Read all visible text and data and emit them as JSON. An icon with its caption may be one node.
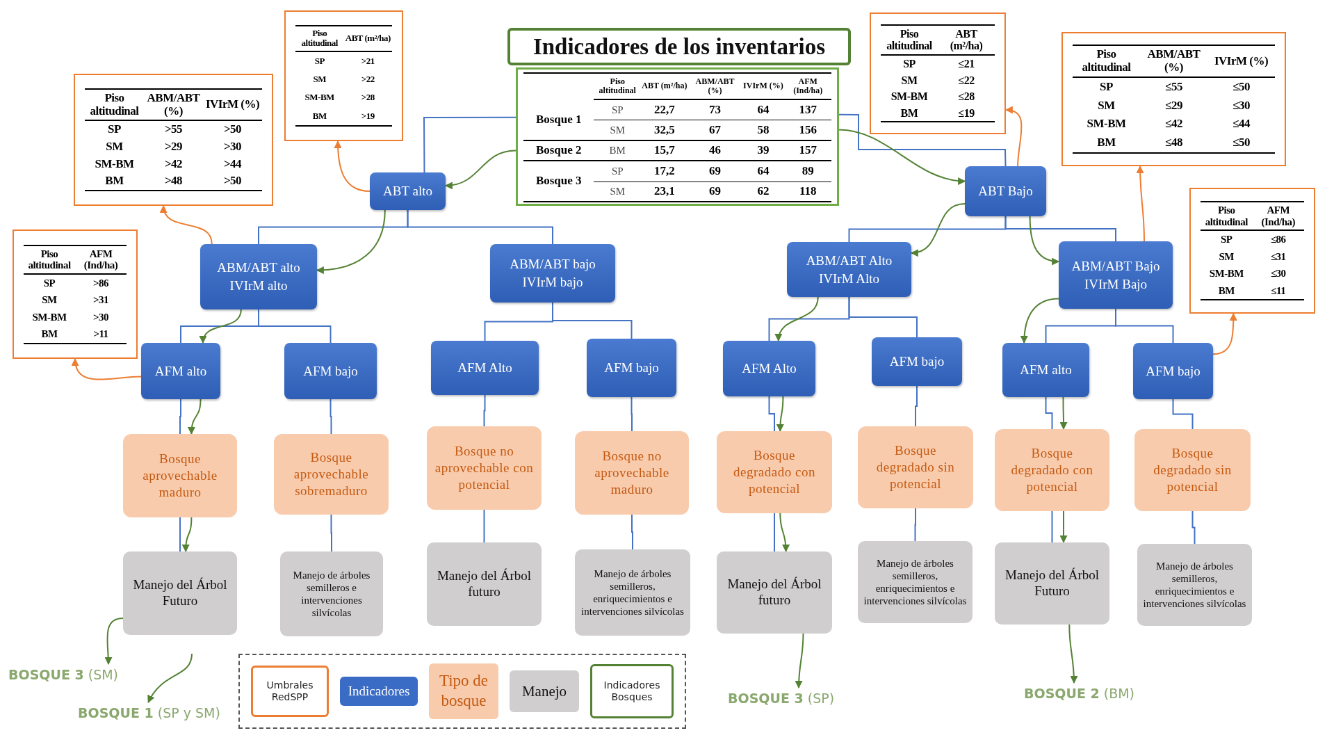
{
  "diagram": {
    "title": "Indicadores de los inventarios",
    "nodes": [
      {
        "text": [
          "Piso altitudinal",
          "ABT (m²/ha)",
          "ABM/ABT (%)",
          "IVIrM (%)",
          "AFM (Ind/ha)",
          "Bosque 1",
          "SP",
          "22,7",
          "73",
          "64",
          "137",
          "SM",
          "32,5",
          "67",
          "58",
          "156",
          "Bosque 2",
          "BM",
          "15,7",
          "46",
          "39",
          "157",
          "Bosque 3",
          "SP",
          "17,2",
          "69",
          "64",
          "89",
          "SM",
          "23,1",
          "69",
          "62",
          "118"
        ]
      },
      {
        "text": [
          "Piso altitudinal",
          "ABT (m²/ha)",
          "SP",
          ">21",
          "SM",
          ">22",
          "SM-BM",
          ">28",
          "BM",
          ">19"
        ]
      },
      {
        "text": [
          "Piso altitudinal",
          "ABM/ABT (%)",
          "IVIrM (%)",
          "SP",
          ">55",
          ">50",
          "SM",
          ">29",
          ">30",
          "SM-BM",
          ">42",
          ">44",
          "BM",
          ">48",
          ">50"
        ]
      },
      {
        "text": [
          "Piso altitudinal",
          "AFM (Ind/ha)",
          "SP",
          ">86",
          "SM",
          ">31",
          "SM-BM",
          ">30",
          "BM",
          ">11"
        ]
      },
      {
        "text": [
          "Piso altitudinal",
          "ABT (m²/ha)",
          "SP",
          "≤21",
          "SM",
          "≤22",
          "SM-BM",
          "≤28",
          "BM",
          "≤19"
        ]
      },
      {
        "text": [
          "Piso altitudinal",
          "ABM/ABT (%)",
          "IVIrM (%)",
          "SP",
          "≤55",
          "≤50",
          "SM",
          "≤29",
          "≤30",
          "SM-BM",
          "≤42",
          "≤44",
          "BM",
          "≤48",
          "≤50"
        ]
      },
      {
        "text": [
          "Piso altitudinal",
          "AFM (Ind/ha)",
          "SP",
          "≤86",
          "SM",
          "≤31",
          "SM-BM",
          "≤30",
          "BM",
          "≤11"
        ]
      },
      {
        "text": [
          "ABT alto"
        ]
      },
      {
        "text": [
          "ABT Bajo"
        ]
      },
      {
        "text": [
          "ABM/ABT alto IVIrM alto"
        ]
      },
      {
        "text": [
          "ABM/ABT bajo IVIrM bajo"
        ]
      },
      {
        "text": [
          "ABM/ABT Alto IVIrM Alto"
        ]
      },
      {
        "text": [
          "ABM/ABT Bajo IVIrM Bajo"
        ]
      },
      {
        "text": [
          "AFM alto"
        ]
      },
      {
        "text": [
          "AFM bajo"
        ]
      },
      {
        "text": [
          "AFM Alto"
        ]
      },
      {
        "text": [
          "AFM bajo"
        ]
      },
      {
        "text": [
          "AFM Alto"
        ]
      },
      {
        "text": [
          "AFM bajo"
        ]
      },
      {
        "text": [
          "AFM alto"
        ]
      },
      {
        "text": [
          "AFM bajo"
        ]
      },
      {
        "text": [
          "Bosque aprovechable maduro"
        ]
      },
      {
        "text": [
          "Bosque aprovechable sobremaduro"
        ]
      },
      {
        "text": [
          "Bosque no aprovechable con potencial"
        ]
      },
      {
        "text": [
          "Bosque no aprovechable maduro"
        ]
      },
      {
        "text": [
          "Bosque degradado con potencial"
        ]
      },
      {
        "text": [
          "Bosque degradado sin potencial"
        ]
      },
      {
        "text": [
          "Bosque degradado con potencial"
        ]
      },
      {
        "text": [
          "Bosque degradado sin potencial"
        ]
      },
      {
        "text": [
          "Manejo del Árbol Futuro"
        ]
      },
      {
        "text": [
          "Manejo de árboles semilleros e intervenciones silvícolas"
        ]
      },
      {
        "text": [
          "Manejo del Árbol futuro"
        ]
      },
      {
        "text": [
          "Manejo de árboles semilleros, enriquecimientos e intervenciones silvícolas"
        ]
      },
      {
        "text": [
          "Manejo del Árbol futuro"
        ]
      },
      {
        "text": [
          "Manejo de árboles semilleros, enriquecimientos e intervenciones silvícolas"
        ]
      },
      {
        "text": [
          "Manejo del Árbol Futuro"
        ]
      },
      {
        "text": [
          "Manejo de árboles semilleros, enriquecimientos e intervenciones silvícolas"
        ]
      },
      {
        "text": [
          "**BOSQUE 3** (SM)"
        ]
      },
      {
        "text": [
          "**BOSQUE 1** (SP y SM)"
        ]
      },
      {
        "text": [
          "**BOSQUE 3** (SP)"
        ]
      },
      {
        "text": [
          "**BOSQUE 2** (BM)"
        ]
      }
    ],
    "edges": [
      {
        "from": 0,
        "to": 7,
        "arrow": "none"
      },
      {
        "from": 0,
        "to": 8,
        "arrow": "none"
      },
      {
        "from": 7,
        "to": 9,
        "arrow": "none"
      },
      {
        "from": 7,
        "to": 10,
        "arrow": "none"
      },
      {
        "from": 8,
        "to": 11,
        "arrow": "none"
      },
      {
        "from": 8,
        "to": 12,
        "arrow": "none"
      },
      {
        "from": 9,
        "to": 13,
        "arrow": "none"
      },
      {
        "from": 9,
        "to": 14,
        "arrow": "none"
      },
      {
        "from": 10,
        "to": 15,
        "arrow": "none"
      },
      {
        "from": 10,
        "to": 16,
        "arrow": "none"
      },
      {
        "from": 11,
        "to": 17,
        "arrow": "none"
      },
      {
        "from": 11,
        "to": 18,
        "arrow": "none"
      },
      {
        "from": 12,
        "to": 19,
        "arrow": "none"
      },
      {
        "from": 12,
        "to": 20,
        "arrow": "none"
      },
      {
        "from": 13,
        "to": 21,
        "arrow": "none"
      },
      {
        "from": 14,
        "to": 22,
        "arrow": "none"
      },
      {
        "from": 15,
        "to": 23,
        "arrow": "none"
      },
      {
        "from": 16,
        "to": 24,
        "arrow": "none"
      },
      {
        "from": 17,
        "to": 25,
        "arrow": "none"
      },
      {
        "from": 18,
        "to": 26,
        "arrow": "none"
      },
      {
        "from": 19,
        "to": 27,
        "arrow": "none"
      },
      {
        "from": 20,
        "to": 28,
        "arrow": "none"
      },
      {
        "from": 21,
        "to": 29,
        "arrow": "none"
      },
      {
        "from": 22,
        "to": 30,
        "arrow": "none"
      },
      {
        "from": 23,
        "to": 31,
        "arrow": "none"
      },
      {
        "from": 24,
        "to": 32,
        "arrow": "none"
      },
      {
        "from": 25,
        "to": 33,
        "arrow": "none"
      },
      {
        "from": 26,
        "to": 34,
        "arrow": "none"
      },
      {
        "from": 27,
        "to": 35,
        "arrow": "none"
      },
      {
        "from": 28,
        "to": 36,
        "arrow": "none"
      },
      {
        "from": 0,
        "to": 7,
        "arrow": "to",
        "color": "#548235"
      },
      {
        "from": 0,
        "to": 8,
        "arrow": "to",
        "color": "#548235"
      },
      {
        "from": 7,
        "to": 9,
        "arrow": "to",
        "color": "#548235"
      },
      {
        "from": 9,
        "to": 13,
        "arrow": "to",
        "color": "#548235"
      },
      {
        "from": 13,
        "to": 21,
        "arrow": "to",
        "color": "#548235"
      },
      {
        "from": 21,
        "to": 29,
        "arrow": "to",
        "color": "#548235"
      },
      {
        "from": 29,
        "to": 37,
        "arrow": "to",
        "color": "#548235"
      },
      {
        "from": null,
        "to": 38,
        "arrow": "to",
        "color": "#548235"
      },
      {
        "from": 8,
        "to": 11,
        "arrow": "to",
        "color": "#548235"
      },
      {
        "from": 11,
        "to": 17,
        "arrow": "to",
        "color": "#548235"
      },
      {
        "from": 17,
        "to": 25,
        "arrow": "to",
        "color": "#548235"
      },
      {
        "from": 25,
        "to": 33,
        "arrow": "to",
        "color": "#548235"
      },
      {
        "from": 33,
        "to": 39,
        "arrow": "to",
        "color": "#548235"
      },
      {
        "from": 8,
        "to": 12,
        "arrow": "to",
        "color": "#548235"
      },
      {
        "from": 12,
        "to": 19,
        "arrow": "to",
        "color": "#548235"
      },
      {
        "from": 19,
        "to": 27,
        "arrow": "to",
        "color": "#548235"
      },
      {
        "from": 27,
        "to": 35,
        "arrow": "to",
        "color": "#548235"
      },
      {
        "from": 35,
        "to": 40,
        "arrow": "to",
        "color": "#548235"
      },
      {
        "from": 7,
        "to": 1,
        "arrow": "to",
        "color": "#ed7d31"
      },
      {
        "from": 9,
        "to": 2,
        "arrow": "to",
        "color": "#ed7d31"
      },
      {
        "from": 13,
        "to": 3,
        "arrow": "to",
        "color": "#ed7d31"
      },
      {
        "from": 8,
        "to": 4,
        "arrow": "to",
        "color": "#ed7d31"
      },
      {
        "from": 12,
        "to": 5,
        "arrow": "to",
        "color": "#ed7d31"
      },
      {
        "from": 20,
        "to": 6,
        "arrow": "to",
        "color": "#ed7d31"
      }
    ],
    "legend": [
      {
        "text": "Umbrales RedSPP"
      },
      {
        "text": "Indicadores",
        "color": "#3a6cc6"
      },
      {
        "text": "Tipo de bosque",
        "color": "#f8cbad"
      },
      {
        "text": "Manejo",
        "color": "#d0cece"
      },
      {
        "text": "Indicadores Bosques"
      }
    ]
  }
}
